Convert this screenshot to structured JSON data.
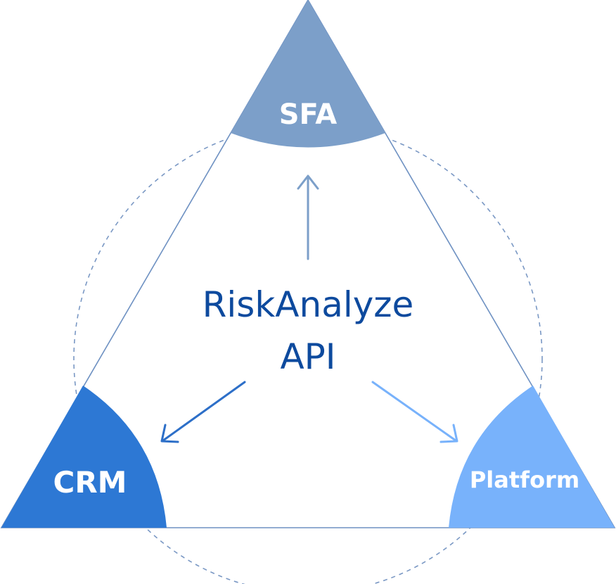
{
  "diagram": {
    "center": {
      "line1": "RiskAnalyze",
      "line2": "API"
    },
    "nodes": {
      "top": {
        "label": "SFA",
        "color": "#7c9fc9"
      },
      "left": {
        "label": "CRM",
        "color": "#2d78d4"
      },
      "right": {
        "label": "Platform",
        "color": "#78b2fb"
      }
    },
    "colors": {
      "triangle_edge": "#6e91c2",
      "circle_dash": "#7a98c4",
      "arrow_up": "#7c9fc9",
      "arrow_left": "#2d6fc8",
      "arrow_right": "#78b2fb",
      "center_text": "#0d4a9e"
    }
  }
}
